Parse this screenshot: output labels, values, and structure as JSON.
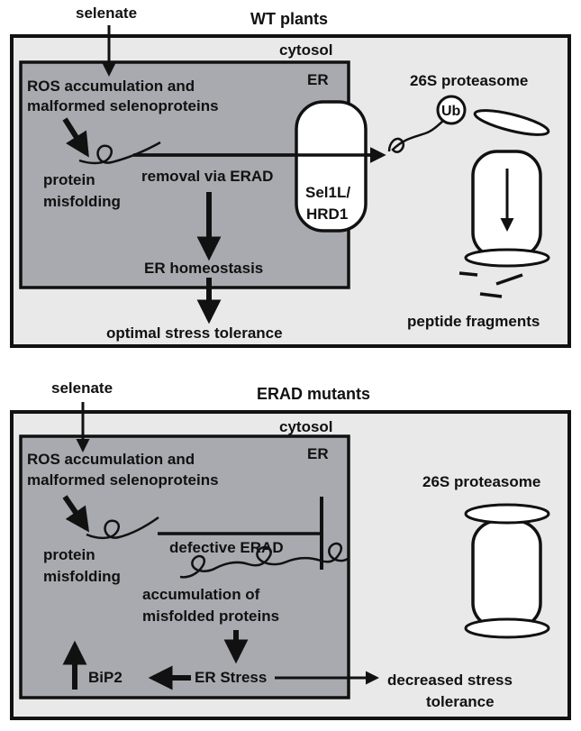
{
  "wt": {
    "title": "WT plants",
    "selenate": "selenate",
    "cytosol": "cytosol",
    "er": "ER",
    "ros_line1": "ROS accumulation and",
    "ros_line2": "malformed selenoproteins",
    "misfold_line1": "protein",
    "misfold_line2": "misfolding",
    "removal": "removal via ERAD",
    "homeostasis": "ER homeostasis",
    "outcome": "optimal stress tolerance",
    "complex_line1": "Sel1L/",
    "complex_line2": "HRD1",
    "proteasome": "26S proteasome",
    "ub": "Ub",
    "fragments": "peptide fragments"
  },
  "mutant": {
    "title": "ERAD mutants",
    "selenate": "selenate",
    "cytosol": "cytosol",
    "er": "ER",
    "ros_line1": "ROS accumulation and",
    "ros_line2": "malformed selenoproteins",
    "misfold_line1": "protein",
    "misfold_line2": "misfolding",
    "defective": "defective ERAD",
    "accum_line1": "accumulation of",
    "accum_line2": "misfolded proteins",
    "stress": "ER Stress",
    "bip": "BiP2",
    "outcome_line1": "decreased stress",
    "outcome_line2": "tolerance",
    "proteasome": "26S proteasome"
  },
  "colors": {
    "cytosol_fill": "#e9e9e9",
    "er_fill": "#a9aaaf",
    "stroke": "#111111"
  }
}
